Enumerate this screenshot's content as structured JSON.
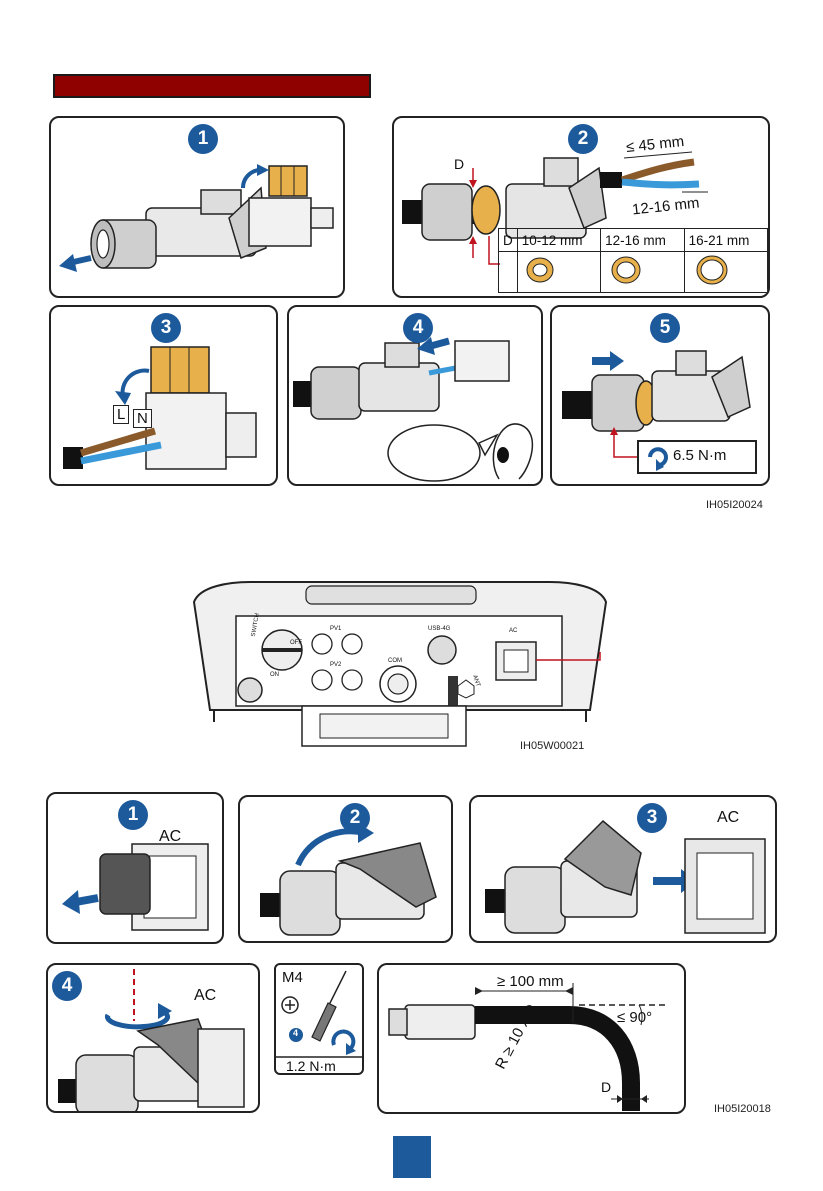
{
  "figure1": {
    "steps": [
      "1",
      "2",
      "3",
      "4",
      "5"
    ],
    "dim_strip": "≤ 45 mm",
    "dim_strip_wire": "12-16 mm",
    "diameter_label": "D",
    "seal_table": {
      "header": "D",
      "sizes": [
        "10-12 mm",
        "12-16 mm",
        "16-21 mm"
      ]
    },
    "terminal_L": "L",
    "terminal_N": "N",
    "torque": "6.5 N·m",
    "code": "IH05I20024"
  },
  "figure2": {
    "labels": {
      "switch": "SWITCH",
      "off": "OFF",
      "on": "ON",
      "pv1": "PV1",
      "pv2": "PV2",
      "com": "COM",
      "usb": "USB-4G",
      "ant": "ANT",
      "ac": "AC"
    },
    "code": "IH05W00021"
  },
  "figure3": {
    "steps": [
      "1",
      "2",
      "3",
      "4"
    ],
    "ac_label": "AC",
    "screw": "M4",
    "screw_step": "4",
    "screw_torque": "1.2 N·m",
    "bend_length": "≥ 100 mm",
    "bend_angle": "≤ 90°",
    "bend_radius": "R ≥ 10 x D",
    "bend_d": "D",
    "code": "IH05I20018"
  },
  "colors": {
    "accent_blue": "#1d5a9b",
    "header_red": "#8f0000",
    "seal_orange": "#e8b04a",
    "wire_brown": "#8a5a2b",
    "wire_blue": "#3a9ad9"
  }
}
